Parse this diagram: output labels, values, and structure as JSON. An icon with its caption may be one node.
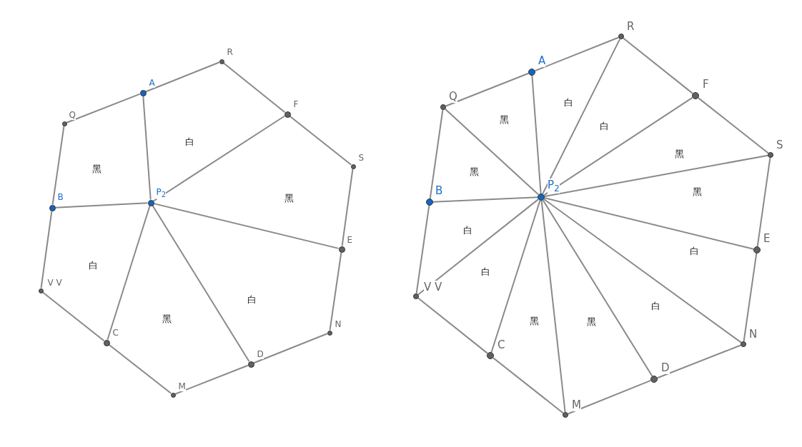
{
  "diagram": {
    "nodes": [
      {
        "text": [
          "R"
        ]
      },
      {
        "text": [
          "A"
        ]
      },
      {
        "text": [
          "Q"
        ]
      },
      {
        "text": [
          "F"
        ]
      },
      {
        "text": [
          "S"
        ]
      },
      {
        "text": [
          "B"
        ]
      },
      {
        "text": [
          "P$_{2}$"
        ]
      },
      {
        "text": [
          "E"
        ]
      },
      {
        "text": [
          "V V"
        ]
      },
      {
        "text": [
          "C"
        ]
      },
      {
        "text": [
          "N"
        ]
      },
      {
        "text": [
          "D"
        ]
      },
      {
        "text": [
          "M"
        ]
      },
      {
        "text": [
          "R"
        ]
      },
      {
        "text": [
          "A"
        ]
      },
      {
        "text": [
          "Q"
        ]
      },
      {
        "text": [
          "F"
        ]
      },
      {
        "text": [
          "S"
        ]
      },
      {
        "text": [
          "B"
        ]
      },
      {
        "text": [
          "P$_{2}$"
        ]
      },
      {
        "text": [
          "E"
        ]
      },
      {
        "text": [
          "V V"
        ]
      },
      {
        "text": [
          "C"
        ]
      },
      {
        "text": [
          "N"
        ]
      },
      {
        "text": [
          "D"
        ]
      },
      {
        "text": [
          "M"
        ]
      }
    ],
    "edges": [
      {
        "from": 2,
        "to": 1,
        "arrow": "none"
      },
      {
        "from": 1,
        "to": 0,
        "arrow": "none"
      },
      {
        "from": 0,
        "to": 3,
        "arrow": "none"
      },
      {
        "from": 3,
        "to": 4,
        "arrow": "none"
      },
      {
        "from": 4,
        "to": 7,
        "arrow": "none"
      },
      {
        "from": 7,
        "to": 10,
        "arrow": "none"
      },
      {
        "from": 10,
        "to": 11,
        "arrow": "none"
      },
      {
        "from": 11,
        "to": 12,
        "arrow": "none"
      },
      {
        "from": 12,
        "to": 9,
        "arrow": "none"
      },
      {
        "from": 9,
        "to": 8,
        "arrow": "none"
      },
      {
        "from": 8,
        "to": 5,
        "arrow": "none"
      },
      {
        "from": 5,
        "to": 2,
        "arrow": "none"
      },
      {
        "from": 6,
        "to": 1,
        "arrow": "none"
      },
      {
        "from": 6,
        "to": 3,
        "arrow": "none"
      },
      {
        "from": 6,
        "to": 5,
        "arrow": "none"
      },
      {
        "from": 6,
        "to": 7,
        "arrow": "none"
      },
      {
        "from": 6,
        "to": 9,
        "arrow": "none"
      },
      {
        "from": 6,
        "to": 11,
        "arrow": "none"
      },
      {
        "from": 15,
        "to": 14,
        "arrow": "none"
      },
      {
        "from": 14,
        "to": 13,
        "arrow": "none"
      },
      {
        "from": 13,
        "to": 16,
        "arrow": "none"
      },
      {
        "from": 16,
        "to": 17,
        "arrow": "none"
      },
      {
        "from": 17,
        "to": 20,
        "arrow": "none"
      },
      {
        "from": 20,
        "to": 23,
        "arrow": "none"
      },
      {
        "from": 23,
        "to": 24,
        "arrow": "none"
      },
      {
        "from": 24,
        "to": 25,
        "arrow": "none"
      },
      {
        "from": 25,
        "to": 22,
        "arrow": "none"
      },
      {
        "from": 22,
        "to": 21,
        "arrow": "none"
      },
      {
        "from": 21,
        "to": 18,
        "arrow": "none"
      },
      {
        "from": 18,
        "to": 15,
        "arrow": "none"
      },
      {
        "from": 19,
        "to": 15,
        "arrow": "none"
      },
      {
        "from": 19,
        "to": 14,
        "arrow": "none"
      },
      {
        "from": 19,
        "to": 13,
        "arrow": "none"
      },
      {
        "from": 19,
        "to": 16,
        "arrow": "none"
      },
      {
        "from": 19,
        "to": 17,
        "arrow": "none"
      },
      {
        "from": 19,
        "to": 20,
        "arrow": "none"
      },
      {
        "from": 19,
        "to": 23,
        "arrow": "none"
      },
      {
        "from": 19,
        "to": 24,
        "arrow": "none"
      },
      {
        "from": 19,
        "to": 25,
        "arrow": "none"
      },
      {
        "from": 19,
        "to": 22,
        "arrow": "none"
      },
      {
        "from": 19,
        "to": 21,
        "arrow": "none"
      },
      {
        "from": 19,
        "to": 18,
        "arrow": "none"
      }
    ],
    "labels": [
      "白",
      "黑",
      "黑",
      "白",
      "白",
      "黑",
      "白",
      "黑",
      "白",
      "黑",
      "黑",
      "黑",
      "白",
      "白",
      "白",
      "白",
      "黑",
      "黑"
    ]
  }
}
